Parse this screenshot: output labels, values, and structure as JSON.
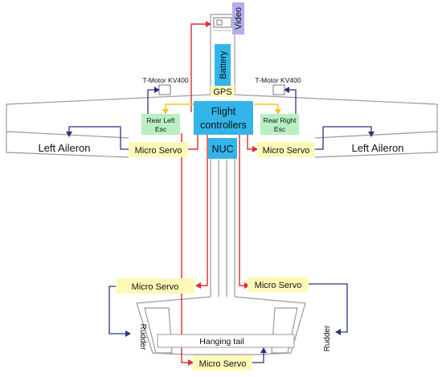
{
  "labels": {
    "video": "Video",
    "battery": "Battery",
    "gps": "GPS",
    "motor_left": "T-Motor KV400",
    "motor_right": "T-Motor KV400",
    "flight_line1": "Flight",
    "flight_line2": "controllers",
    "nuc": "NUC",
    "esc_left_line1": "Rear Left",
    "esc_left_line2": "Esc",
    "esc_right_line1": "Rear Right",
    "esc_right_line2": "Esc",
    "aileron_left": "Left Aileron",
    "aileron_right": "Left Aileron",
    "servo_wing_left": "Micro Servo",
    "servo_wing_right": "Micro Servo",
    "servo_tail_left": "Micro Servo",
    "servo_tail_right": "Micro Servo",
    "servo_bottom": "Micro Servo",
    "rudder_left": "Rudder",
    "rudder_right": "Rudder",
    "hanging_tail": "Hanging tail"
  },
  "colors": {
    "signal_wire": "#e52b2b",
    "servo_link": "#2a3580",
    "power_link": "#f3c623",
    "servo_box": "#fff9b8",
    "esc_box": "#b8f0c4",
    "controller_box": "#33b5ea",
    "video_box": "#b3aef0",
    "airframe_outline": "#9a9a9a"
  },
  "icons": {
    "camera": "camera-icon"
  }
}
